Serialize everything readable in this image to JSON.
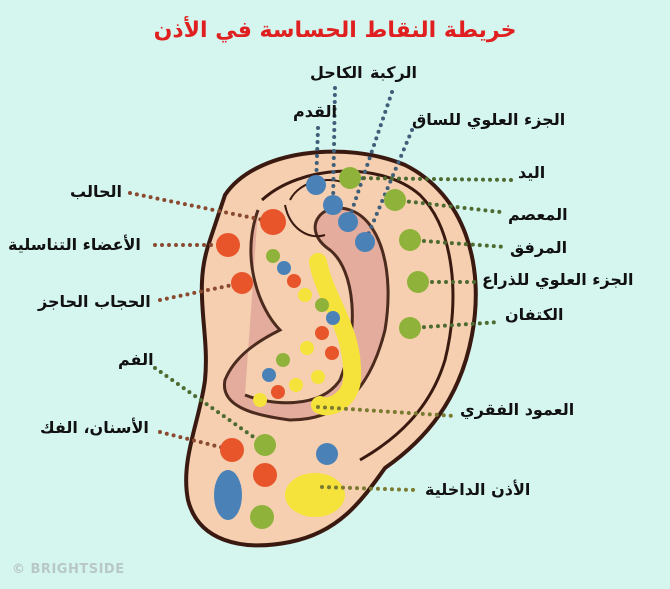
{
  "title": "خريطة النقاط الحساسة في الأذن",
  "labels": {
    "ankle": "الكاحل",
    "knee": "الركبة",
    "foot": "القدم",
    "upper_leg": "الجزء العلوي للساق",
    "hand": "اليد",
    "wrist": "المعصم",
    "elbow": "المرفق",
    "upper_arm": "الجزء العلوي للذراع",
    "shoulders": "الكتفان",
    "spine": "العمود الفقري",
    "inner_ear": "الأذن الداخلية",
    "ureter": "الحالب",
    "genitals": "الأعضاء التناسلية",
    "diaphragm": "الحجاب الحاجز",
    "mouth": "الفم",
    "teeth_jaw": "الأسنان، الفك"
  },
  "watermark": "© BRIGHTSIDE",
  "colors": {
    "background": "#d5f5ef",
    "title": "#e02020",
    "red": "#e8552a",
    "blue": "#4a82b8",
    "green": "#8fb23a",
    "yellow": "#f5e23a",
    "skin": "#f5cfb0"
  }
}
